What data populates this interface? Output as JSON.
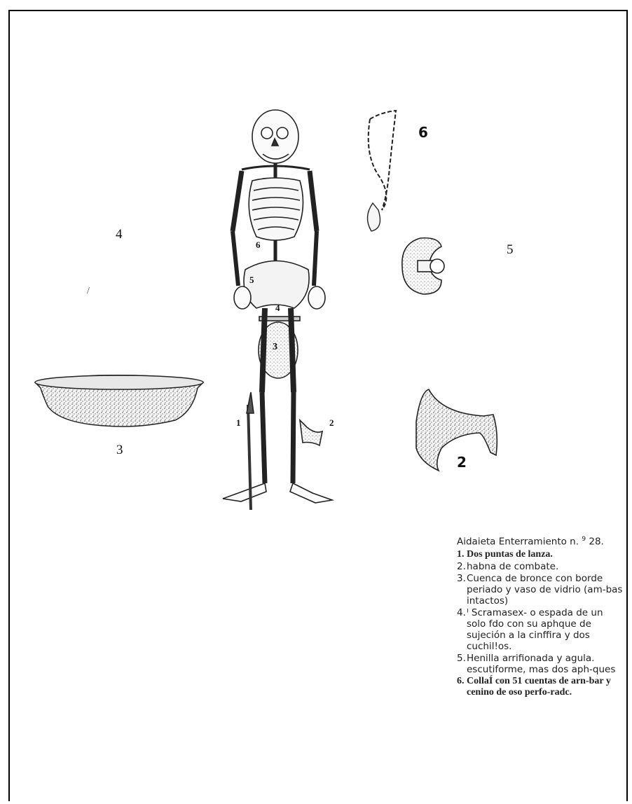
{
  "figure_labels": {
    "bowl_number": "4",
    "bowl_number_lower": "3",
    "slash_mark": "/",
    "buckle_number": "5",
    "necklace_number": "6",
    "axe_number": "2",
    "skeleton_spear_number": "1",
    "skeleton_axe_number": "2",
    "skeleton_bowl_number": "3",
    "skeleton_knife_number": "4",
    "skeleton_buckle_number": "5",
    "skeleton_necklace_number": "6"
  },
  "caption": {
    "title_prefix": "Aidaieta Enterramiento n.",
    "title_sup": "9",
    "title_suffix": " 28.",
    "items": [
      {
        "num": "1.",
        "text": "Dos puntas de lanza.",
        "bold": true
      },
      {
        "num": "2.",
        "text": "habna de combate.",
        "bold": false
      },
      {
        "num": "3.",
        "text": "Cuenca de bronce con borde periado y vaso de vidrio (am-bas intactos)",
        "bold": false
      },
      {
        "num": "4.",
        "text": "ᑊ Scramasex- o espada de un solo fdo con su aphque de sujeción a la cinffira y dos cuchil!os.",
        "bold": false
      },
      {
        "num": "5.",
        "text": "Henilla arrifionada y agula. escutiforme, mas dos aph-ques",
        "bold": false
      },
      {
        "num": "6.",
        "text": "CollaÍ con 51 cuentas de arn-bar y cenino de oso perfo-radc.",
        "bold": true
      }
    ]
  }
}
